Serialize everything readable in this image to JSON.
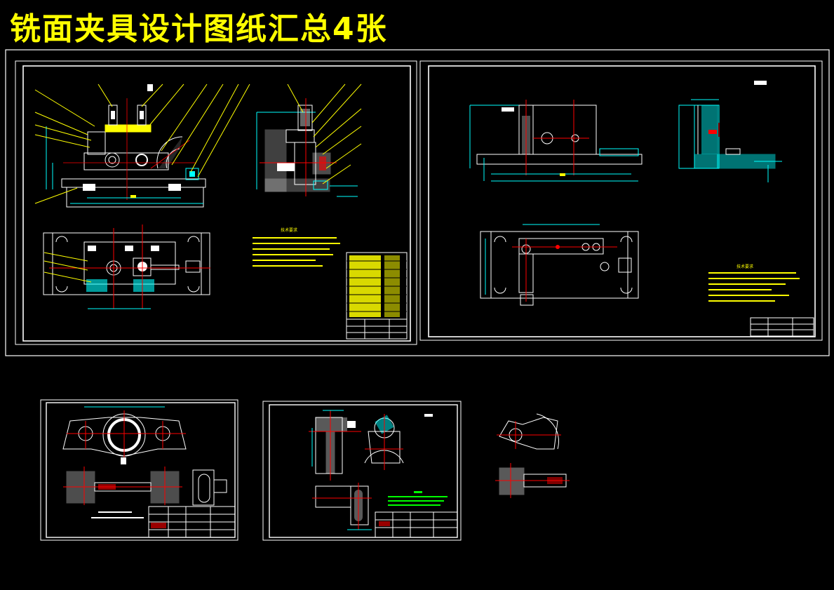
{
  "page": {
    "title": "铣面夹具设计图纸汇总4张"
  },
  "colors": {
    "background": "#000000",
    "title": "#ffff00",
    "frame": "#ffffff",
    "dimension": "#00ffff",
    "centerline": "#ff0000",
    "leader": "#ffff00",
    "hatch": "#00ffff",
    "notes_green": "#00ff00"
  },
  "sheets": [
    {
      "id": "fixture-assembly-drawing",
      "note_label": "技术要求"
    },
    {
      "id": "fixture-base-drawing",
      "note_label": "技术要求"
    },
    {
      "id": "clamp-part-drawing-1"
    },
    {
      "id": "clamp-part-drawing-2"
    },
    {
      "id": "loose-part-sketch"
    }
  ]
}
